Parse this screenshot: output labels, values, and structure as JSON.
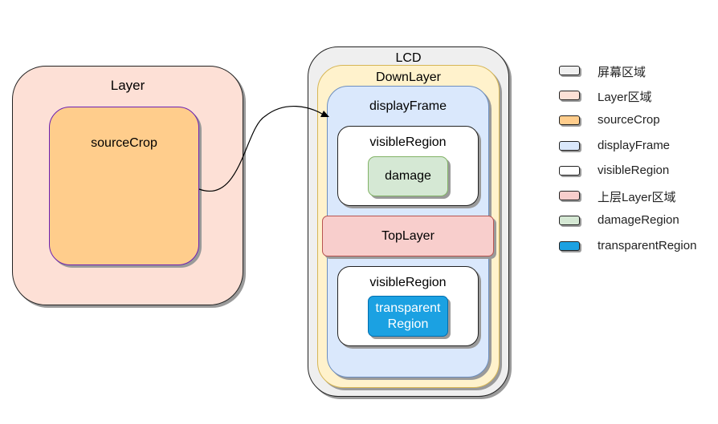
{
  "diagram": {
    "layer": {
      "label": "Layer",
      "color": "#fde0d6"
    },
    "source_crop": {
      "label": "sourceCrop",
      "color": "#ffcd8c"
    },
    "lcd": {
      "label": "LCD",
      "color": "#efefef"
    },
    "down_layer": {
      "label": "DownLayer",
      "color": "#fff2cc"
    },
    "display_frame": {
      "label": "displayFrame",
      "color": "#dae8fc"
    },
    "visible_region_top": {
      "label": "visibleRegion",
      "color": "#ffffff"
    },
    "damage": {
      "label": "damage",
      "color": "#d5e8d4"
    },
    "top_layer": {
      "label": "TopLayer",
      "color": "#f8cecc"
    },
    "visible_region_bottom": {
      "label": "visibleRegion",
      "color": "#ffffff"
    },
    "transparent": {
      "label_line1": "transparent",
      "label_line2": "Region",
      "color": "#1ba1e2"
    },
    "arrow": {
      "from": "sourceCrop",
      "to": "displayFrame"
    }
  },
  "legend": [
    {
      "label": "屏幕区域",
      "color": "#efefef"
    },
    {
      "label": "Layer区域",
      "color": "#fde0d6"
    },
    {
      "label": "sourceCrop",
      "color": "#ffcd8c"
    },
    {
      "label": "displayFrame",
      "color": "#dae8fc"
    },
    {
      "label": "visibleRegion",
      "color": "#ffffff"
    },
    {
      "label": "上层Layer区域",
      "color": "#f8cecc"
    },
    {
      "label": "damageRegion",
      "color": "#d5e8d4"
    },
    {
      "label": "transparentRegion",
      "color": "#1ba1e2"
    }
  ]
}
